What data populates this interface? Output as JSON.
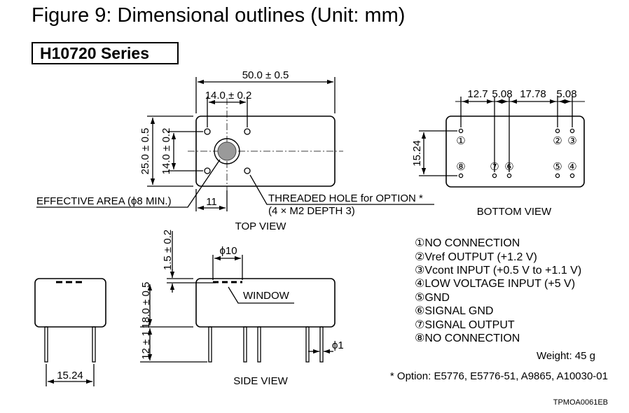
{
  "title": "Figure 9: Dimensional outlines (Unit: mm)",
  "series": "H10720 Series",
  "top_view": {
    "label": "TOP VIEW",
    "dim_width": "50.0 ± 0.5",
    "dim_pin_spacing": "14.0 ± 0.2",
    "dim_height": "25.0 ± 0.5",
    "dim_inner_height": "14.0 ± 0.2",
    "dim_offset": "11",
    "effective_area": "EFFECTIVE AREA (ϕ8 MIN.)",
    "threaded_hole": "THREADED HOLE for OPTION *",
    "threaded_hole_detail": "(4 × M2 DEPTH 3)"
  },
  "bottom_view": {
    "label": "BOTTOM VIEW",
    "dims": [
      "12.7",
      "5.08",
      "17.78",
      "5.08"
    ],
    "dim_vertical": "15.24",
    "pin_numbers": [
      "①",
      "②",
      "③",
      "④",
      "⑤",
      "⑥",
      "⑦",
      "⑧"
    ]
  },
  "side_view": {
    "label": "SIDE VIEW",
    "dim_top": "1.5 ± 0.2",
    "dim_window": "ϕ10",
    "dim_body": "18.0 ± 0.5",
    "dim_pins": "12 ± 1",
    "dim_pin_dia": "ϕ1",
    "window": "WINDOW",
    "dim_front_width": "15.24"
  },
  "pin_list": [
    "①NO CONNECTION",
    "②Vref OUTPUT (+1.2 V)",
    "③Vcont INPUT (+0.5 V to +1.1 V)",
    "④LOW VOLTAGE INPUT (+5 V)",
    "⑤GND",
    "⑥SIGNAL GND",
    "⑦SIGNAL OUTPUT",
    "⑧NO CONNECTION"
  ],
  "weight": "Weight: 45 g",
  "option": "* Option: E5776, E5776-51, A9865, A10030-01",
  "code": "TPMOA0061EB"
}
